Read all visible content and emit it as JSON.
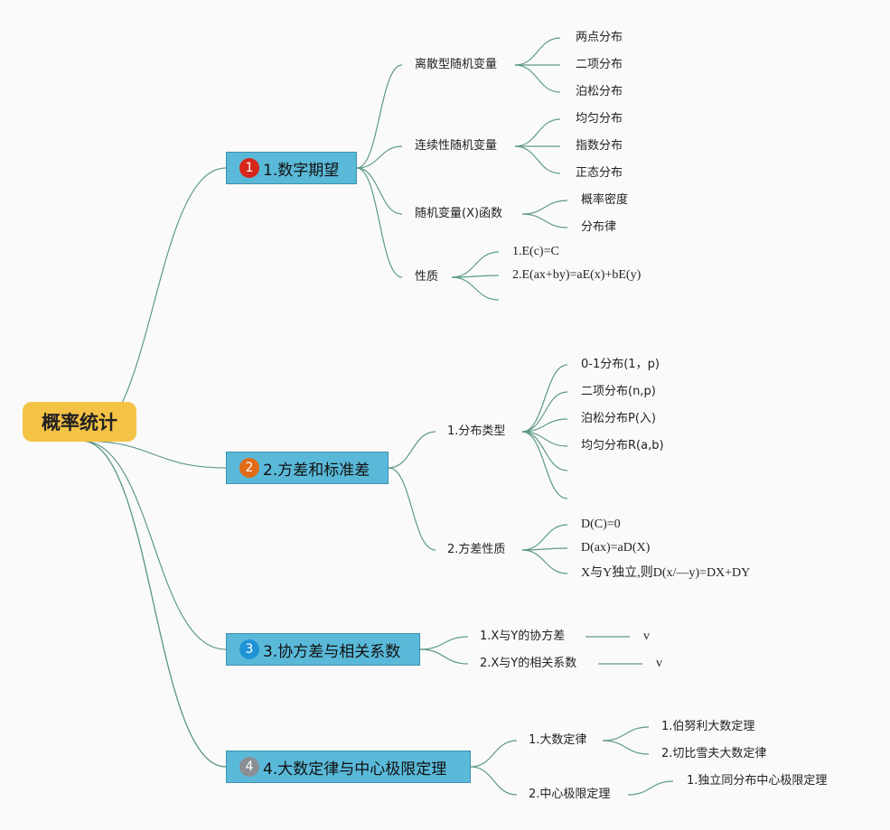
{
  "root": {
    "label": "概率统计"
  },
  "badge_colors": [
    "#d7261c",
    "#e26b17",
    "#1f93d6",
    "#8a8f93"
  ],
  "topics": [
    {
      "badge": "1",
      "label": "1.数字期望"
    },
    {
      "badge": "2",
      "label": "2.方差和标准差"
    },
    {
      "badge": "3",
      "label": "3.协方差与相关系数"
    },
    {
      "badge": "4",
      "label": "4.大数定律与中心极限定理"
    }
  ],
  "expectation": {
    "discrete": {
      "label": "离散型随机变量",
      "items": [
        "两点分布",
        "二项分布",
        "泊松分布"
      ]
    },
    "continuous": {
      "label": "连续性随机变量",
      "items": [
        "均匀分布",
        "指数分布",
        "正态分布"
      ]
    },
    "function": {
      "label": "随机变量(X)函数",
      "items": [
        "概率密度",
        "分布律"
      ]
    },
    "properties": {
      "label": "性质",
      "items": [
        "1.E(c)=C",
        "2.E(ax+by)=aE(x)+bE(y)"
      ]
    }
  },
  "variance": {
    "types": {
      "label": "1.分布类型",
      "items": [
        "0-1分布(1，p)",
        "二项分布(n,p)",
        "泊松分布P(入)",
        "均匀分布R(a,b)"
      ]
    },
    "properties": {
      "label": "2.方差性质",
      "items": [
        "D(C)=0",
        "D(ax)=aD(X)",
        "X与Y独立,则D(x/—y)=DX+DY"
      ]
    }
  },
  "covariance": {
    "items": [
      {
        "label": "1.X与Y的协方差",
        "value": "v"
      },
      {
        "label": "2.X与Y的相关系数",
        "value": "v"
      }
    ]
  },
  "limits": {
    "lln": {
      "label": "1.大数定律",
      "items": [
        "1.伯努利大数定理",
        "2.切比雪夫大数定律"
      ]
    },
    "clt": {
      "label": "2.中心极限定理",
      "items": [
        "1.独立同分布中心极限定理"
      ]
    }
  }
}
